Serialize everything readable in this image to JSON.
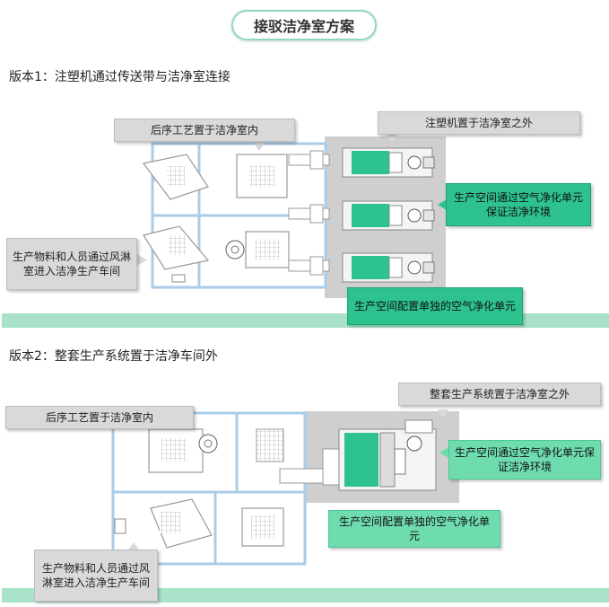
{
  "title": "接驳洁净室方案",
  "version1": {
    "heading": "版本1：注塑机通过传送带与洁净室连接",
    "callouts": {
      "post_process": "后序工艺置于洁净室内",
      "machine_outside": "注塑机置于洁净室之外",
      "air_unit_clean": "生产空间通过空气净化单元保证洁净环境",
      "materials_entry": "生产物料和人员通过风淋室进入洁净生产车间",
      "separate_air_unit": "生产空间配置单独的空气净化单元"
    }
  },
  "version2": {
    "heading": "版本2：整套生产系统置于洁净车间外",
    "callouts": {
      "post_process": "后序工艺置于洁净室内",
      "system_outside": "整套生产系统置于洁净室之外",
      "air_unit_clean": "生产空间通过空气净化单元保证洁净环境",
      "separate_air_unit": "生产空间配置单独的空气净化单元",
      "materials_entry": "生产物料和人员通过风淋室进入洁净生产车间"
    }
  },
  "colors": {
    "accent_green": "#2ec28e",
    "light_green": "#6fdcb0",
    "floor_band": "#a8e3c9",
    "wall_blue": "#a9cce8",
    "equipment_gray": "#d6d6d6"
  }
}
